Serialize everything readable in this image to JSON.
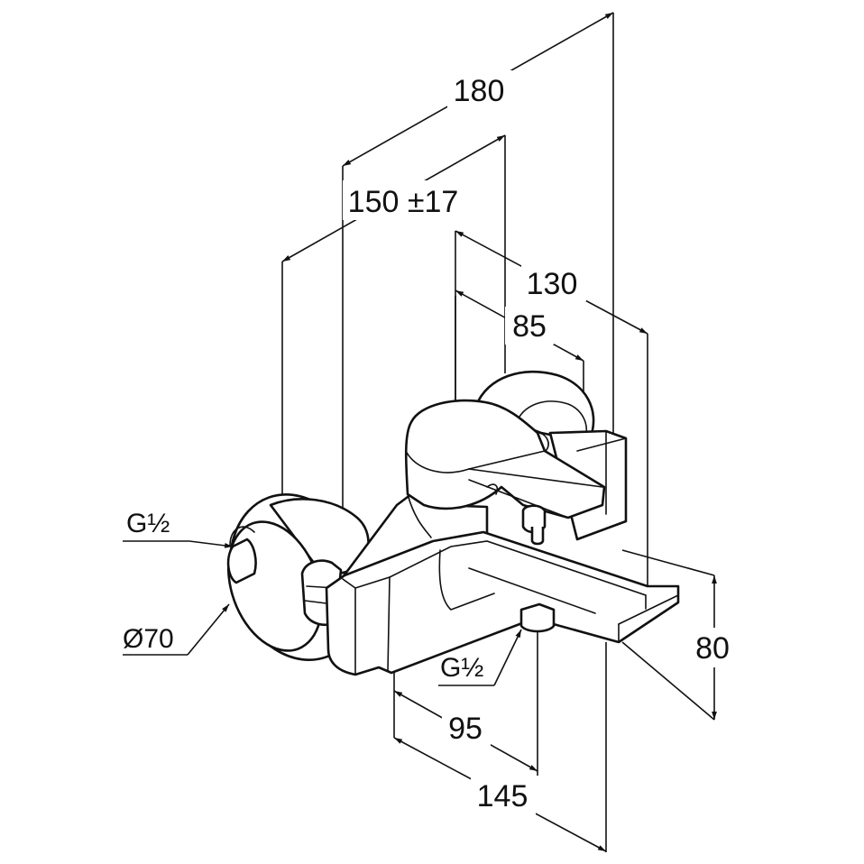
{
  "dimensions": {
    "d180": "180",
    "d150": "150 ±17",
    "d130": "130",
    "d85": "85",
    "d80": "80",
    "d95": "95",
    "d145": "145"
  },
  "annotations": {
    "thread_inlet": "G½",
    "rosette_diameter": "Ø70",
    "thread_outlet": "G½"
  }
}
